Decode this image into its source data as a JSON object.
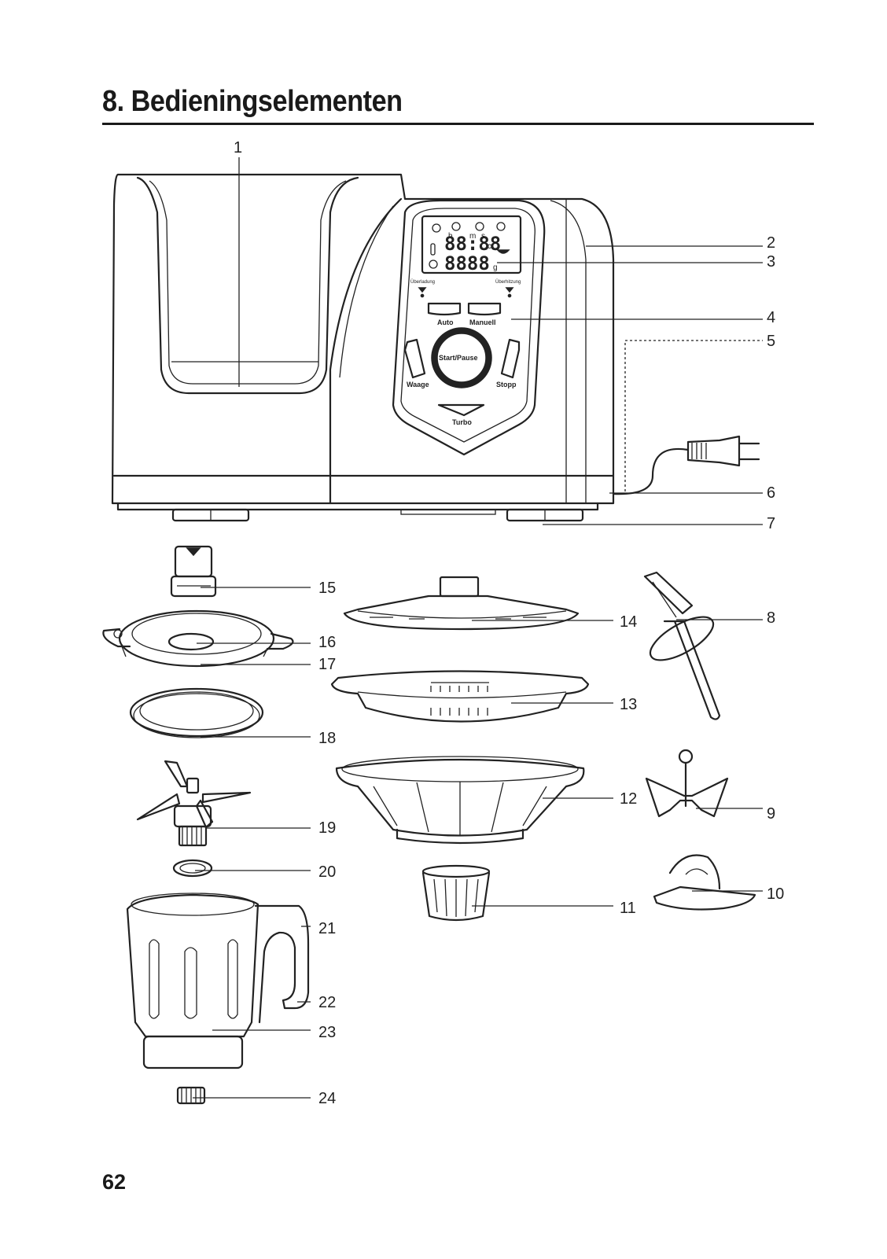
{
  "header": {
    "title": "8. Bedieningselementen"
  },
  "footer": {
    "page_number": "62"
  },
  "panel": {
    "lcd_time": "88:88",
    "lcd_weight": "8888",
    "unit_c": "c",
    "unit_g": "g",
    "time_h": "h",
    "time_m": "m",
    "time_s": "s",
    "overload": "Überladung",
    "overheat": "Überhitzung",
    "auto": "Auto",
    "manual": "Manuell",
    "start_pause": "Start/Pause",
    "scale": "Waage",
    "stop": "Stopp",
    "turbo": "Turbo"
  },
  "callouts": [
    "1",
    "2",
    "3",
    "4",
    "5",
    "6",
    "7",
    "8",
    "9",
    "10",
    "11",
    "12",
    "13",
    "14",
    "15",
    "16",
    "17",
    "18",
    "19",
    "20",
    "21",
    "22",
    "23",
    "24"
  ]
}
